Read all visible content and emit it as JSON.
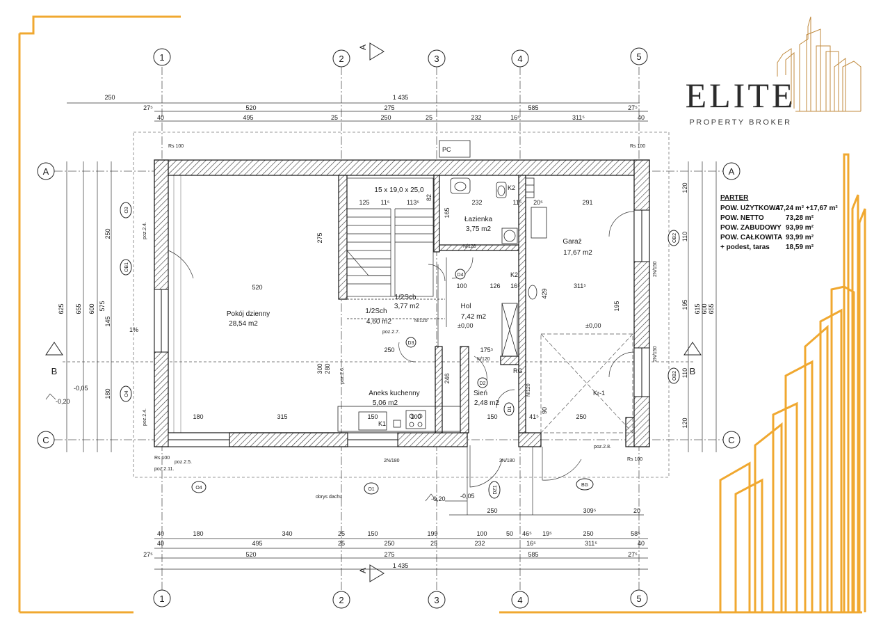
{
  "brand": {
    "name": "ELITE",
    "subtitle": "PROPERTY BROKER",
    "accent": "#f0a830"
  },
  "summary": {
    "title": "PARTER",
    "rows": [
      {
        "label": "POW. UŻYTKOWA",
        "value": "47,24 m² +17,67 m²"
      },
      {
        "label": "POW. NETTO",
        "value": "73,28 m²"
      },
      {
        "label": "POW. ZABUDOWY",
        "value": "93,99 m²"
      },
      {
        "label": "POW. CAŁKOWITA",
        "value": "93,99 m²"
      },
      {
        "label": "+ podest, taras",
        "value": "18,59 m²"
      }
    ]
  },
  "axes": {
    "columns": [
      "1",
      "2",
      "3",
      "4",
      "5"
    ],
    "rows": [
      "A",
      "B",
      "C"
    ],
    "section": "A"
  },
  "rooms": {
    "living": {
      "name": "Pokój dzienny",
      "area": "28,54 m2"
    },
    "bathroom": {
      "name": "Łazienka",
      "area": "3,75 m2"
    },
    "garage": {
      "name": "Garaż",
      "area": "17,67 m2"
    },
    "hall": {
      "name": "Hol",
      "area": "7,42 m2"
    },
    "kitchen": {
      "name": "Aneks kuchenny",
      "area": "5,06 m2"
    },
    "vestibule": {
      "name": "Sień",
      "area": "2,48 m2"
    },
    "storage1": {
      "name": "1/2Sch",
      "area": "3,77 m2"
    },
    "storage2": {
      "name": "1/2Sch",
      "area": "4,60 m2"
    },
    "stairs": "15 x 19,0 x 25,0"
  },
  "dimensions": {
    "top_total": "1 435",
    "top_left": "250",
    "top_row2": [
      "27⁵",
      "520",
      "275",
      "585",
      "27⁵"
    ],
    "top_row3": [
      "40",
      "495",
      "25",
      "250",
      "25",
      "232",
      "16⁵",
      "311⁵",
      "40"
    ],
    "bottom_row1": [
      "40",
      "180",
      "340",
      "25",
      "150",
      "199",
      "100",
      "50",
      "46⁵",
      "19⁵",
      "250",
      "58⁵",
      "40"
    ],
    "bottom_row2": [
      "40",
      "495",
      "25",
      "250",
      "25",
      "232",
      "16⁵",
      "311⁵",
      "40"
    ],
    "bottom_row3": [
      "27⁵",
      "520",
      "275",
      "585",
      "27⁵"
    ],
    "bottom_total": "1 435",
    "bottom_extra": [
      "250",
      "309⁵",
      "20"
    ],
    "left_outer": [
      "625",
      "655"
    ],
    "left_inner": [
      "600",
      "575"
    ],
    "left_parts": [
      "250",
      "145",
      "180"
    ],
    "right_outer": [
      "615",
      "655"
    ],
    "right_inner": [
      "600"
    ],
    "right_parts": [
      "120",
      "110",
      "195",
      "110",
      "120"
    ],
    "inner": [
      "520",
      "275",
      "125",
      "11⁵",
      "113⁵",
      "82",
      "165",
      "232",
      "11⁵",
      "20⁵",
      "291",
      "100",
      "126",
      "16⁵",
      "429",
      "311⁵",
      "250",
      "175⁵",
      "246",
      "180",
      "315",
      "150",
      "100",
      "150",
      "41⁵",
      "90",
      "250",
      "300",
      "280",
      "195"
    ]
  },
  "labels": {
    "pc": "PC",
    "k2a": "K2",
    "k2b": "K2",
    "k1": "K1",
    "rg": "RG",
    "kr1": "Kr-1",
    "level_zero": "±0,00",
    "level_zero2": "±0,00",
    "level_m005": "-0,05",
    "level_m020": "-0,20",
    "level_m005b": "-0,05",
    "level_m020b": "-0,20",
    "slope": "1%",
    "roof_outline": "obrys dachu",
    "rs1": "Rs 100",
    "rs2": "Rs 100",
    "rs3": "Rs 100",
    "rs4": "Rs 100",
    "poz1": "poz.2.4.",
    "poz2": "poz.2.4.",
    "poz3": "poz.2.6.",
    "poz4": "poz.2.7.",
    "poz5": "poz.2.5.",
    "poz6": "poz.2.11.",
    "poz7": "poz.2.8.",
    "doors": [
      "D1",
      "D2",
      "D3",
      "D4",
      "DZ1",
      "BG"
    ],
    "windows": [
      "O1",
      "O2",
      "O3",
      "O4",
      "OB1",
      "OB2"
    ],
    "openings": [
      "N/120",
      "N/120",
      "N/120",
      "N/120",
      "2N/150",
      "2N/150",
      "2N/180",
      "2N/180"
    ]
  }
}
